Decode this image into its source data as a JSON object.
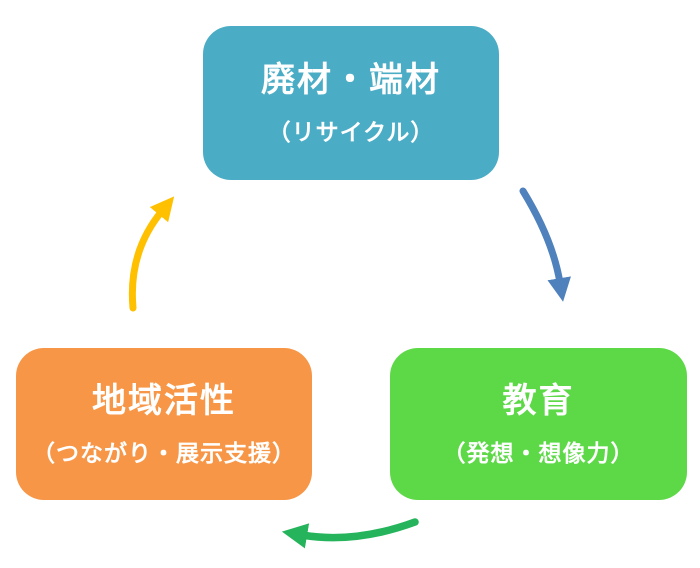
{
  "diagram": {
    "background_color": "#FFFFFF",
    "text_color": "#FFFFFF",
    "nodes": [
      {
        "id": "waste-materials",
        "title": "廃材・端材",
        "subtitle": "（リサイクル）",
        "color": "#4BACC6",
        "position": "top-center"
      },
      {
        "id": "education",
        "title": "教育",
        "subtitle": "（発想・想像力）",
        "color": "#5DD948",
        "position": "bottom-right"
      },
      {
        "id": "community-revitalization",
        "title": "地域活性",
        "subtitle": "（つながり・展示支援）",
        "color": "#F79646",
        "position": "bottom-left"
      }
    ],
    "arrows": [
      {
        "id": "waste-to-education",
        "from": "waste-materials",
        "to": "education",
        "color": "#4F81BD",
        "shape": "curved-down-right"
      },
      {
        "id": "education-to-community",
        "from": "education",
        "to": "community-revitalization",
        "color": "#25B45C",
        "shape": "curved-left-along-bottom"
      },
      {
        "id": "community-to-waste",
        "from": "community-revitalization",
        "to": "waste-materials",
        "color": "#FFC000",
        "shape": "curved-up-left"
      }
    ]
  }
}
